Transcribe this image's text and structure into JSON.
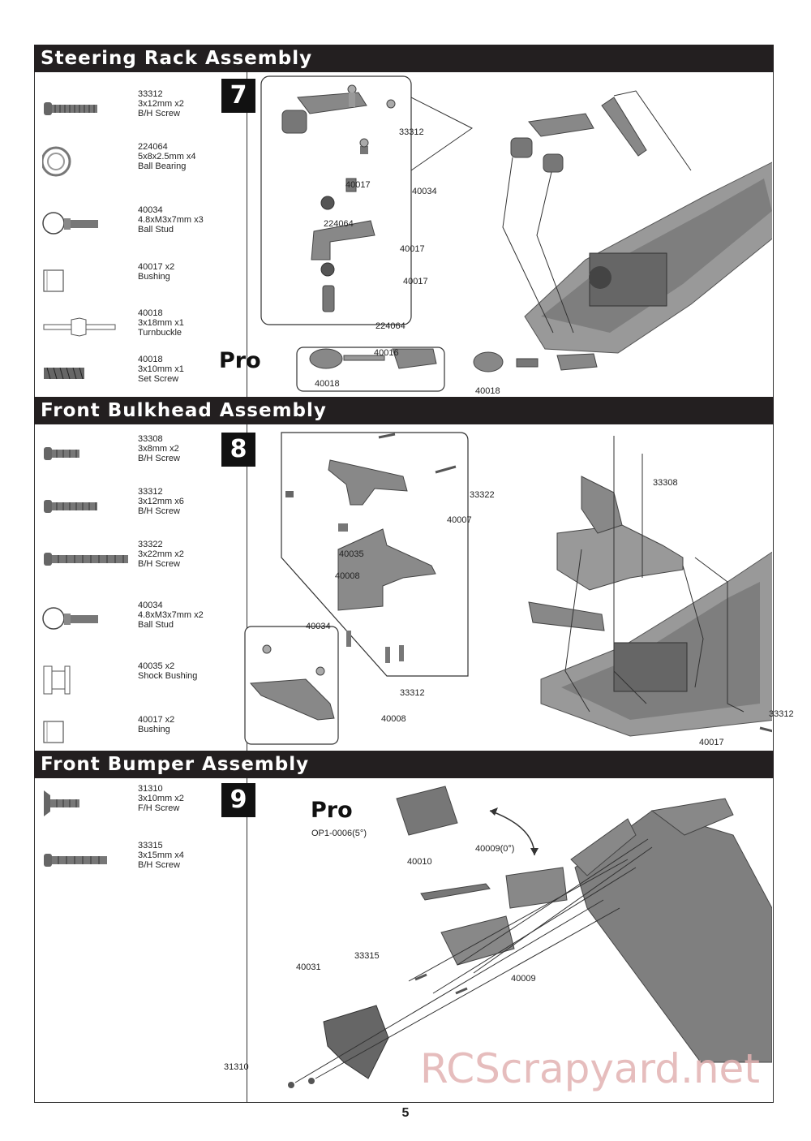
{
  "page_number": "5",
  "watermark": "RCScrapyard.net",
  "sections": [
    {
      "title": "Steering Rack Assembly",
      "step": "7",
      "parts": [
        {
          "text": "33312\n3x12mm x2\nB/H Screw",
          "icon": "bh-screw-icon"
        },
        {
          "text": "224064\n5x8x2.5mm x4\nBall Bearing",
          "icon": "ball-bearing-icon"
        },
        {
          "text": "40034\n4.8xM3x7mm x3\nBall Stud",
          "icon": "ball-stud-icon"
        },
        {
          "text": "40017 x2\nBushing",
          "icon": "bushing-icon"
        },
        {
          "text": "40018\n3x18mm x1\nTurnbuckle",
          "icon": "turnbuckle-icon"
        },
        {
          "text": "40018\n3x10mm x1\nSet Screw",
          "icon": "set-screw-icon"
        }
      ],
      "callouts": [
        "33312",
        "40017",
        "40034",
        "224064",
        "40017",
        "40017",
        "224064",
        "40016"
      ],
      "pro_label": "Pro",
      "pro_callouts": [
        "40018",
        "40018"
      ]
    },
    {
      "title": "Front Bulkhead Assembly",
      "step": "8",
      "parts": [
        {
          "text": "33308\n3x8mm x2\nB/H Screw",
          "icon": "bh-screw-icon"
        },
        {
          "text": "33312\n3x12mm x6\nB/H Screw",
          "icon": "bh-screw-icon"
        },
        {
          "text": "33322\n3x22mm x2\nB/H Screw",
          "icon": "bh-screw-icon"
        },
        {
          "text": "40034\n4.8xM3x7mm x2\nBall Stud",
          "icon": "ball-stud-icon"
        },
        {
          "text": "40035 x2\nShock Bushing",
          "icon": "shock-bushing-icon"
        },
        {
          "text": "40017 x2\nBushing",
          "icon": "bushing-icon"
        }
      ],
      "callouts": [
        "33322",
        "40007",
        "40035",
        "40008",
        "33312",
        "40034",
        "40008",
        "33308",
        "33312",
        "40017"
      ]
    },
    {
      "title": "Front Bumper Assembly",
      "step": "9",
      "parts": [
        {
          "text": "31310\n3x10mm x2\nF/H Screw",
          "icon": "fh-screw-icon"
        },
        {
          "text": "33315\n3x15mm x4\nB/H Screw",
          "icon": "bh-screw-icon"
        }
      ],
      "pro_label": "Pro",
      "callouts": [
        "OP1-0006(5°)",
        "40009(0°)",
        "40010",
        "40031",
        "33315",
        "40009",
        "31310"
      ]
    }
  ]
}
